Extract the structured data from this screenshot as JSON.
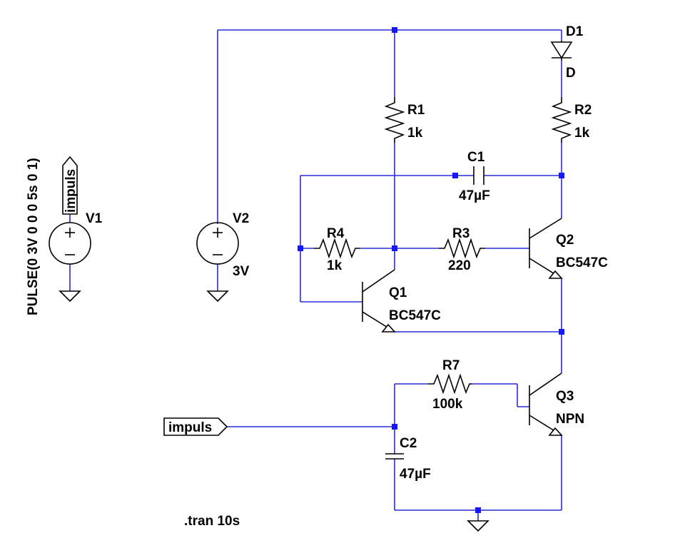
{
  "colors": {
    "wire": "#2a2ad8",
    "component": "#000000",
    "junction": "#1616ff",
    "background": "#ffffff"
  },
  "components": {
    "V1": {
      "name": "V1",
      "value": "PULSE(0 3V 0 0 0 5s 0 1)"
    },
    "V2": {
      "name": "V2",
      "value": "3V"
    },
    "D1": {
      "name": "D1",
      "value": "D"
    },
    "R1": {
      "name": "R1",
      "value": "1k"
    },
    "R2": {
      "name": "R2",
      "value": "1k"
    },
    "R3": {
      "name": "R3",
      "value": "220"
    },
    "R4": {
      "name": "R4",
      "value": "1k"
    },
    "R7": {
      "name": "R7",
      "value": "100k"
    },
    "C1": {
      "name": "C1",
      "value": "47µF"
    },
    "C2": {
      "name": "C2",
      "value": "47µF"
    },
    "Q1": {
      "name": "Q1",
      "value": "BC547C"
    },
    "Q2": {
      "name": "Q2",
      "value": "BC547C"
    },
    "Q3": {
      "name": "Q3",
      "value": "NPN"
    }
  },
  "net_labels": {
    "v1_label": "impuls",
    "q3_label": "impuls"
  },
  "directive": ".tran 10s"
}
